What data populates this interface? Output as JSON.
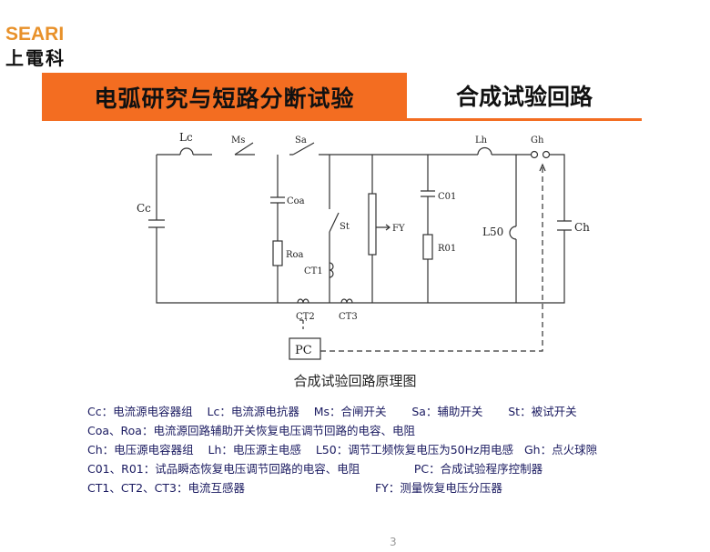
{
  "logo": {
    "en": "SEARI",
    "cn": "上電科"
  },
  "header": {
    "section": "电弧研究与短路分断试验",
    "title": "合成试验回路"
  },
  "diagram": {
    "labels": {
      "Lc": "Lc",
      "Ms": "Ms",
      "Sa": "Sa",
      "Lh": "Lh",
      "Gh": "Gh",
      "Cc": "Cc",
      "Coa": "Coa",
      "Roa": "Roa",
      "St": "St",
      "CT1": "CT1",
      "FY": "FY",
      "C01": "C01",
      "R01": "R01",
      "L50": "L50",
      "Ch": "Ch",
      "CT2": "CT2",
      "CT3": "CT3",
      "PC": "PC"
    },
    "caption": "合成试验回路原理图"
  },
  "legend": [
    "Cc：电流源电容器组    Lc：电流源电抗器    Ms：合闸开关       Sa：辅助开关       St：被试开关",
    "Coa、Roa：电流源回路辅助开关恢复电压调节回路的电容、电阻",
    "Ch：电压源电容器组    Lh：电压源主电感    L50：调节工频恢复电压为50Hz用电感   Gh：点火球隙",
    "C01、R01：试品瞬态恢复电压调节回路的电容、电阻               PC：合成试验程序控制器",
    "CT1、CT2、CT3：电流互感器                                    FY：测量恢复电压分压器"
  ],
  "page_number": "3"
}
